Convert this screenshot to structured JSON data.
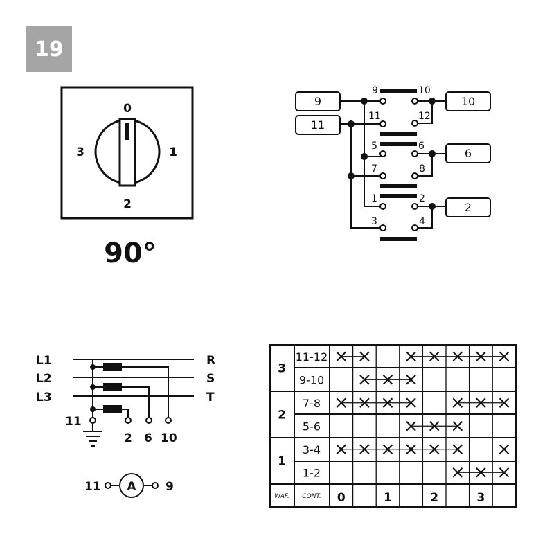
{
  "figure_number": "19",
  "switch_face": {
    "positions": [
      "0",
      "1",
      "2",
      "3"
    ],
    "angle_label": "90°"
  },
  "wiring": {
    "external_terminals": [
      "9",
      "11",
      "10",
      "6",
      "2"
    ],
    "contacts": [
      "9",
      "10",
      "11",
      "12",
      "5",
      "6",
      "7",
      "8",
      "1",
      "2",
      "3",
      "4"
    ]
  },
  "circuit": {
    "lines": [
      "L1",
      "L2",
      "L3"
    ],
    "phases": [
      "R",
      "S",
      "T"
    ],
    "terminals": [
      "11",
      "2",
      "6",
      "10"
    ],
    "ammeter": {
      "left": "11",
      "symbol": "A",
      "right": "9"
    }
  },
  "table": {
    "footer": {
      "waf": "WAF.",
      "cont": "CONT.",
      "positions": [
        "0",
        "1",
        "2",
        "3"
      ]
    },
    "wafers": [
      {
        "label": "3",
        "rows": [
          {
            "contact": "11-12",
            "marks": [
              1,
              1,
              0,
              1,
              1,
              1,
              1,
              1
            ]
          },
          {
            "contact": "9-10",
            "marks": [
              0,
              1,
              1,
              1,
              0,
              0,
              0,
              0
            ]
          }
        ]
      },
      {
        "label": "2",
        "rows": [
          {
            "contact": "7-8",
            "marks": [
              1,
              1,
              1,
              1,
              0,
              1,
              1,
              1
            ]
          },
          {
            "contact": "5-6",
            "marks": [
              0,
              0,
              0,
              1,
              1,
              1,
              0,
              0
            ]
          }
        ]
      },
      {
        "label": "1",
        "rows": [
          {
            "contact": "3-4",
            "marks": [
              1,
              1,
              1,
              1,
              1,
              1,
              0,
              1
            ]
          },
          {
            "contact": "1-2",
            "marks": [
              0,
              0,
              0,
              0,
              0,
              1,
              1,
              1
            ]
          }
        ]
      }
    ]
  }
}
